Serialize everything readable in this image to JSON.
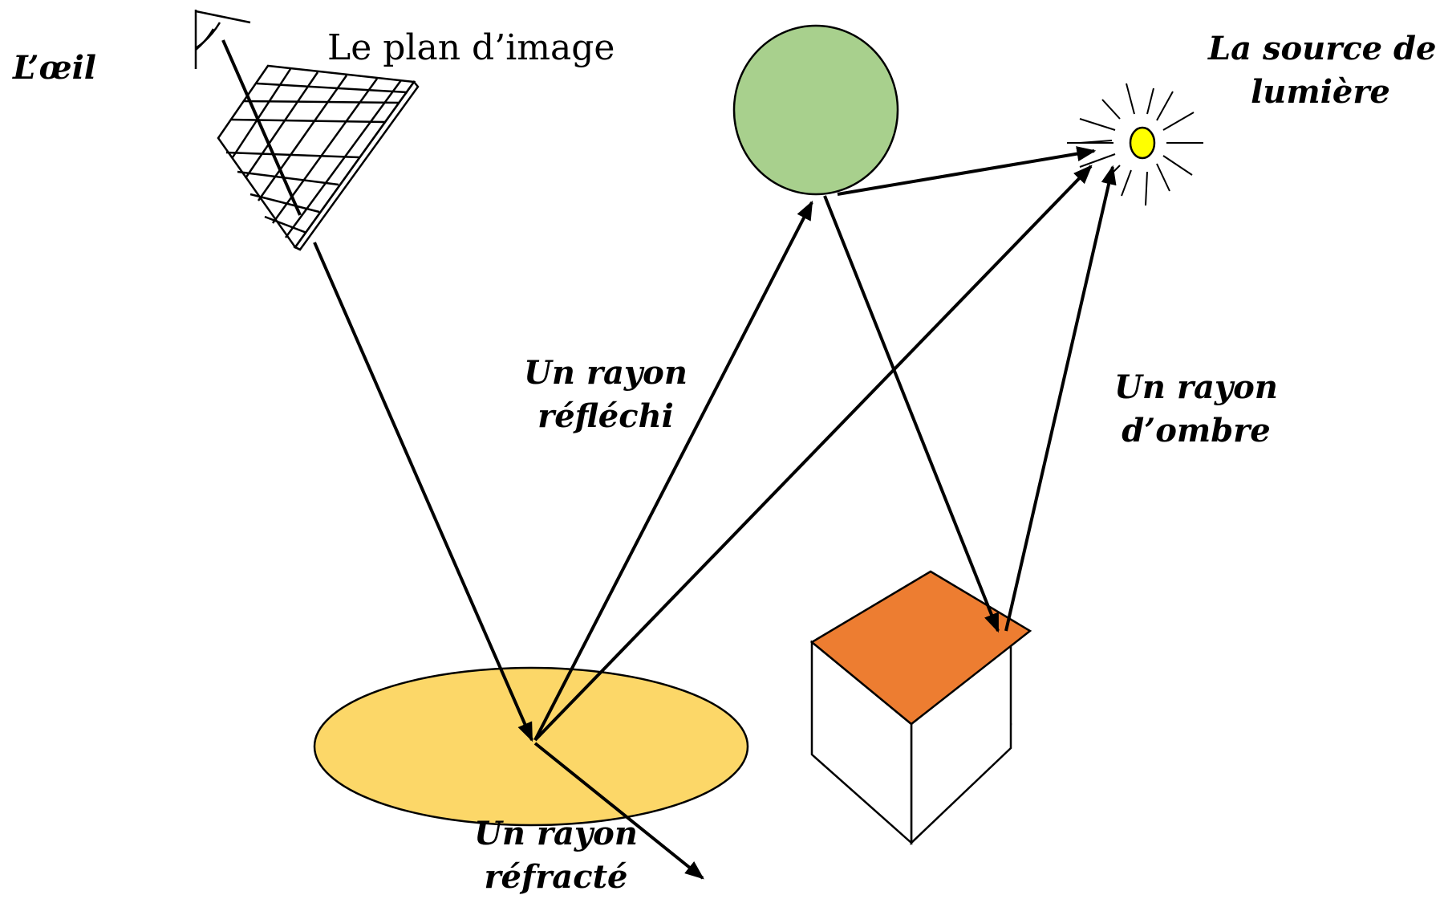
{
  "labels": {
    "eye": "L’œil",
    "image_plane": "Le plan d’image",
    "light_source_line1": "La source de",
    "light_source_line2": "lumière",
    "reflected_line1": "Un rayon",
    "reflected_line2": "réfléchi",
    "shadow_line1": "Un rayon",
    "shadow_line2": "d’ombre",
    "refracted_line1": "Un rayon",
    "refracted_line2": "réfracté"
  },
  "colors": {
    "sphere": "#a8d08d",
    "ellipse": "#fcd768",
    "cube_top": "#ed7d31",
    "light": "#ffff00",
    "stroke": "#000000"
  }
}
